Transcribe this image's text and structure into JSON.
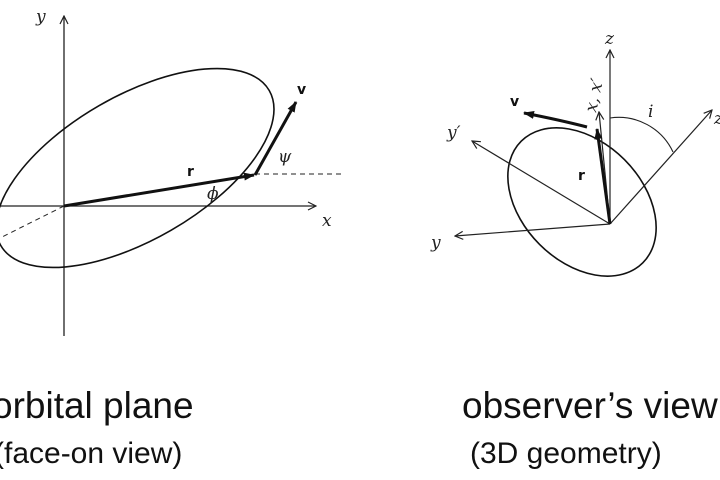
{
  "left_panel": {
    "axis_x": "x",
    "axis_y": "y",
    "vector_r": "r",
    "vector_v": "v",
    "angle_phi": "ϕ",
    "angle_psi": "ψ",
    "caption_line1": "orbital plane",
    "caption_line2": "(face-on view)"
  },
  "right_panel": {
    "axis_z": "z",
    "axis_x": "x, x′",
    "axis_y": "y",
    "axis_y_prime": "y′",
    "axis_z_prime": "z′",
    "vector_r": "r",
    "vector_v": "v",
    "angle_i": "i",
    "caption_line1": "observer’s view",
    "caption_line2": "(3D geometry)"
  }
}
